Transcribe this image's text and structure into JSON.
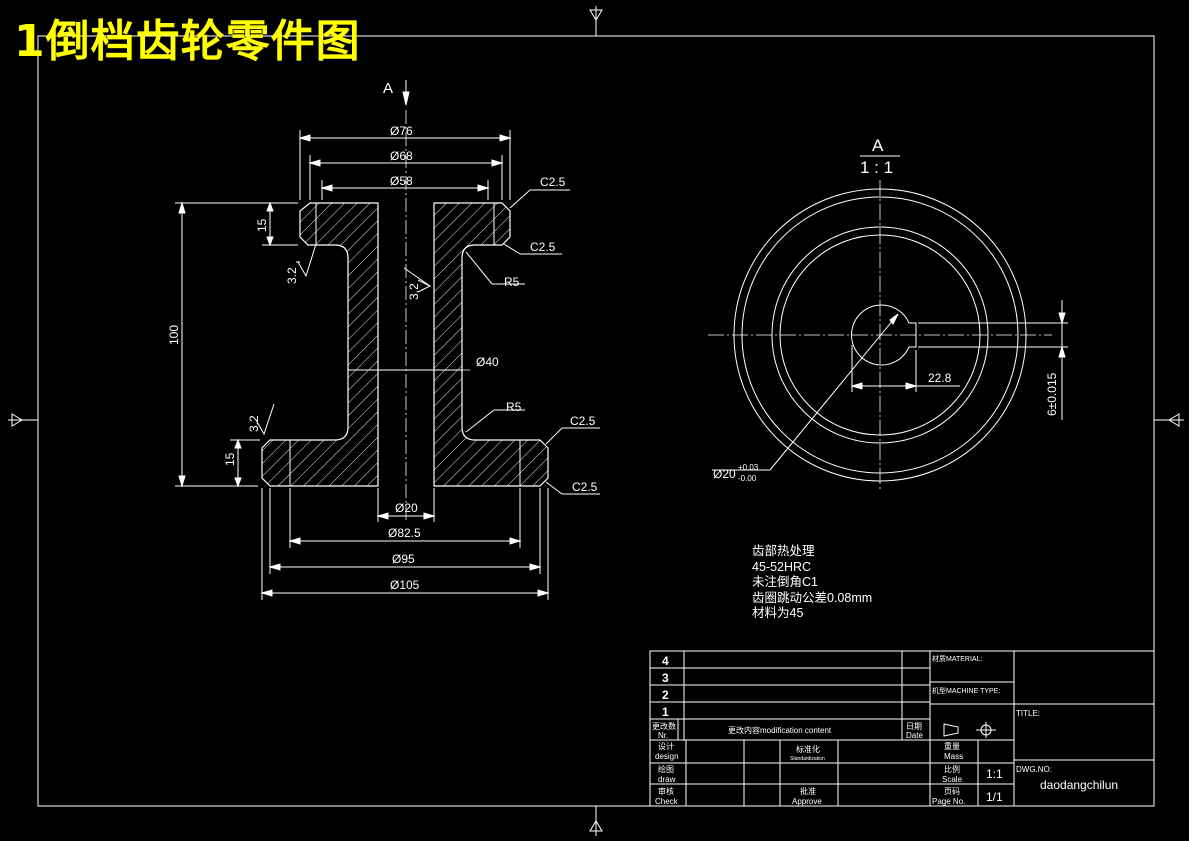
{
  "title": "1倒档齿轮零件图",
  "section_view": {
    "section_marker": "A",
    "dimensions": {
      "d76": "Ø76",
      "d68": "Ø68",
      "d58": "Ø58",
      "d40": "Ø40",
      "d20": "Ø20",
      "d82_5": "Ø82.5",
      "d95": "Ø95",
      "d105": "Ø105",
      "h100": "100",
      "h15_top": "15",
      "h15_bottom": "15",
      "chamfer_tr1": "C2.5",
      "chamfer_tr2": "C2.5",
      "chamfer_br1": "C2.5",
      "chamfer_br2": "C2.5",
      "radius_top": "R5",
      "radius_bottom": "R5",
      "rough_left_top": "3.2",
      "rough_bore": "3.2",
      "rough_left_bottom": "3.2"
    }
  },
  "end_view": {
    "view_label": "A",
    "scale": "1 : 1",
    "keyway_dim": "22.8",
    "keyway_width": "6±0.015",
    "bore_dim": "Ø20",
    "bore_tol_upper": "+0.03",
    "bore_tol_lower": "-0.00"
  },
  "notes": [
    "齿部热处理",
    "45-52HRC",
    "未注倒角C1",
    "齿圈跳动公差0.08mm",
    "材料为45"
  ],
  "title_block": {
    "rev_rows": [
      "4",
      "3",
      "2",
      "1"
    ],
    "rev_no_label": "更改数",
    "rev_no_label_en": "Nr.",
    "rev_content_label": "更改内容modification content",
    "date_label": "日期",
    "date_label_en": "Date",
    "material_label": "材质MATERIAL:",
    "machine_type_label": "机型MACHINE TYPE:",
    "title_label": "TITLE:",
    "design_label": "设计",
    "design_label_en": "design",
    "std_label": "标准化",
    "std_label_en": "Standardization",
    "draw_label": "绘图",
    "draw_label_en": "draw",
    "check_label": "审核",
    "check_label_en": "Check",
    "approve_label": "批准",
    "approve_label_en": "Approve",
    "mass_label": "重量",
    "mass_label_en": "Mass",
    "scale_label": "比例",
    "scale_label_en": "Scale",
    "scale_value": "1:1",
    "page_label": "页码",
    "page_label_en": "Page No.",
    "page_value": "1/1",
    "dwg_no_label": "DWG.NO:",
    "dwg_no_value": "daodangchilun"
  }
}
